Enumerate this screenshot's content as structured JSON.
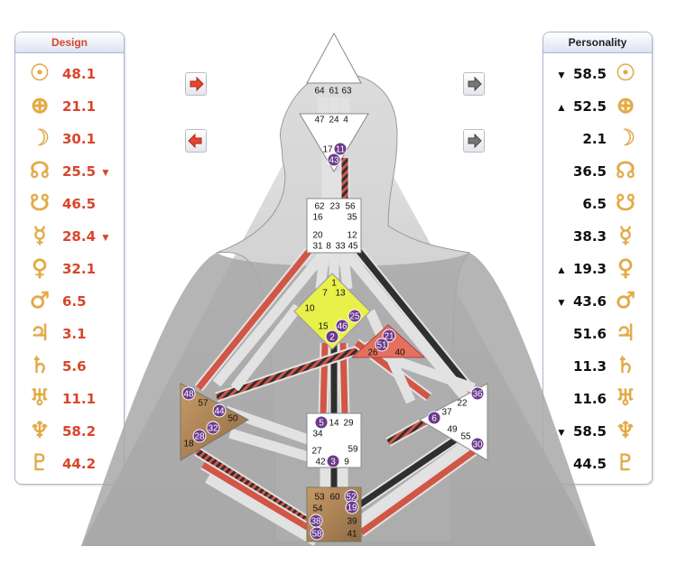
{
  "design": {
    "title": "Design",
    "rows": [
      {
        "planet": "sun",
        "glyph": "☉",
        "value": "48.1",
        "arrow": ""
      },
      {
        "planet": "earth",
        "glyph": "⊕",
        "value": "21.1",
        "arrow": ""
      },
      {
        "planet": "moon",
        "glyph": "☽",
        "value": "30.1",
        "arrow": ""
      },
      {
        "planet": "north-node",
        "glyph": "☊",
        "value": "25.5",
        "arrow": "▼"
      },
      {
        "planet": "south-node",
        "glyph": "☋",
        "value": "46.5",
        "arrow": ""
      },
      {
        "planet": "mercury",
        "glyph": "☿",
        "value": "28.4",
        "arrow": "▼"
      },
      {
        "planet": "venus",
        "glyph": "♀",
        "value": "32.1",
        "arrow": ""
      },
      {
        "planet": "mars",
        "glyph": "♂",
        "value": "6.5",
        "arrow": ""
      },
      {
        "planet": "jupiter",
        "glyph": "♃",
        "value": "3.1",
        "arrow": ""
      },
      {
        "planet": "saturn",
        "glyph": "♄",
        "value": "5.6",
        "arrow": ""
      },
      {
        "planet": "uranus",
        "glyph": "♅",
        "value": "11.1",
        "arrow": ""
      },
      {
        "planet": "neptune",
        "glyph": "♆",
        "value": "58.2",
        "arrow": ""
      },
      {
        "planet": "pluto",
        "glyph": "♇",
        "value": "44.2",
        "arrow": ""
      }
    ]
  },
  "personality": {
    "title": "Personality",
    "rows": [
      {
        "planet": "sun",
        "glyph": "☉",
        "value": "58.5",
        "arrow": "▼"
      },
      {
        "planet": "earth",
        "glyph": "⊕",
        "value": "52.5",
        "arrow": "▲"
      },
      {
        "planet": "moon",
        "glyph": "☽",
        "value": "2.1",
        "arrow": ""
      },
      {
        "planet": "north-node",
        "glyph": "☊",
        "value": "36.5",
        "arrow": ""
      },
      {
        "planet": "south-node",
        "glyph": "☋",
        "value": "6.5",
        "arrow": ""
      },
      {
        "planet": "mercury",
        "glyph": "☿",
        "value": "38.3",
        "arrow": ""
      },
      {
        "planet": "venus",
        "glyph": "♀",
        "value": "19.3",
        "arrow": "▲"
      },
      {
        "planet": "mars",
        "glyph": "♂",
        "value": "43.6",
        "arrow": "▼"
      },
      {
        "planet": "jupiter",
        "glyph": "♃",
        "value": "51.6",
        "arrow": ""
      },
      {
        "planet": "saturn",
        "glyph": "♄",
        "value": "11.3",
        "arrow": ""
      },
      {
        "planet": "uranus",
        "glyph": "♅",
        "value": "11.6",
        "arrow": ""
      },
      {
        "planet": "neptune",
        "glyph": "♆",
        "value": "58.5",
        "arrow": "▼"
      },
      {
        "planet": "pluto",
        "glyph": "♇",
        "value": "44.5",
        "arrow": ""
      }
    ]
  },
  "centers": [
    {
      "id": "head",
      "color": "#ffffff",
      "gates": [
        "64",
        "61",
        "63"
      ]
    },
    {
      "id": "ajna",
      "color": "#ffffff",
      "gates": [
        "47",
        "24",
        "4",
        "17",
        "11",
        "43"
      ]
    },
    {
      "id": "throat",
      "color": "#ffffff",
      "gates": [
        "62",
        "23",
        "56",
        "16",
        "35",
        "20",
        "12",
        "31",
        "8",
        "33",
        "45"
      ]
    },
    {
      "id": "g-center",
      "color": "#e8f04a",
      "gates": [
        "1",
        "7",
        "13",
        "10",
        "15",
        "46",
        "25",
        "2"
      ]
    },
    {
      "id": "heart",
      "color": "#e4705e",
      "gates": [
        "21",
        "51",
        "26",
        "40"
      ]
    },
    {
      "id": "spleen",
      "color": "#b08a5c",
      "gates": [
        "48",
        "57",
        "44",
        "50",
        "32",
        "28",
        "18"
      ]
    },
    {
      "id": "sacral",
      "color": "#ffffff",
      "gates": [
        "5",
        "14",
        "29",
        "34",
        "27",
        "59",
        "42",
        "3",
        "9"
      ]
    },
    {
      "id": "solar-plexus",
      "color": "#ffffff",
      "gates": [
        "36",
        "22",
        "6",
        "37",
        "49",
        "55",
        "30"
      ]
    },
    {
      "id": "root",
      "color": "#b08a5c",
      "gates": [
        "53",
        "60",
        "52",
        "54",
        "19",
        "38",
        "39",
        "58",
        "41"
      ]
    }
  ],
  "active_gates": [
    "11",
    "43",
    "46",
    "25",
    "2",
    "21",
    "51",
    "48",
    "44",
    "32",
    "28",
    "5",
    "3",
    "36",
    "6",
    "30",
    "52",
    "19",
    "38",
    "58"
  ],
  "colors": {
    "design": "#e8442f",
    "personality": "#111111",
    "badge": "#6a3a8c",
    "glyph": "#e7a93a"
  },
  "nav": {
    "left_top_arrow": "arrow-right-red-icon",
    "left_bottom_arrow": "arrow-left-red-icon",
    "right_top_arrow": "arrow-right-gray-icon",
    "right_bottom_arrow": "arrow-right-gray-icon"
  }
}
